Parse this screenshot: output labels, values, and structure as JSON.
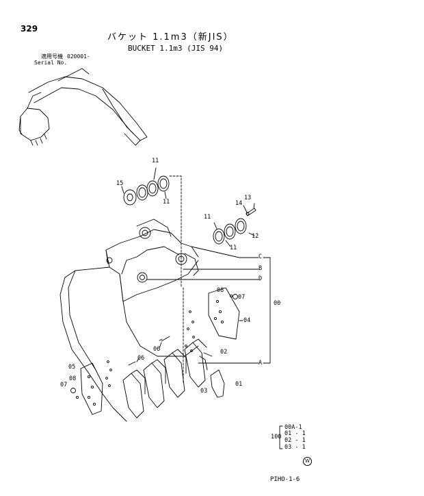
{
  "header": {
    "page_number": "329",
    "title_jp": "バケット 1.1m3（新JIS）",
    "title_en": "BUCKET 1.1m3 (JIS 94)",
    "serial_label_jp": "適用号機",
    "serial_value": "020001-",
    "serial_label_en": "Serial No."
  },
  "callouts": {
    "p11_top": "11",
    "p15": "15",
    "p11_mid": "11",
    "p13": "13",
    "p14": "14",
    "p11_right": "11",
    "p12": "12",
    "p11_right_low": "11",
    "c": "C",
    "b": "B",
    "d": "D",
    "a": "A",
    "p00": "00",
    "p08_right": "08",
    "p07_right": "07",
    "p04": "04",
    "p06_a": "06",
    "p06_b": "06",
    "p02": "02",
    "p05": "05",
    "p08_left": "08",
    "p07_left": "07",
    "p03": "03",
    "p01": "01"
  },
  "qty_table": {
    "total": "100",
    "rows": [
      "00A-1",
      "01 - 1",
      "02 - 1",
      "03 - 1"
    ]
  },
  "footer": {
    "mark": "W",
    "code": "PIHO-1-6"
  }
}
